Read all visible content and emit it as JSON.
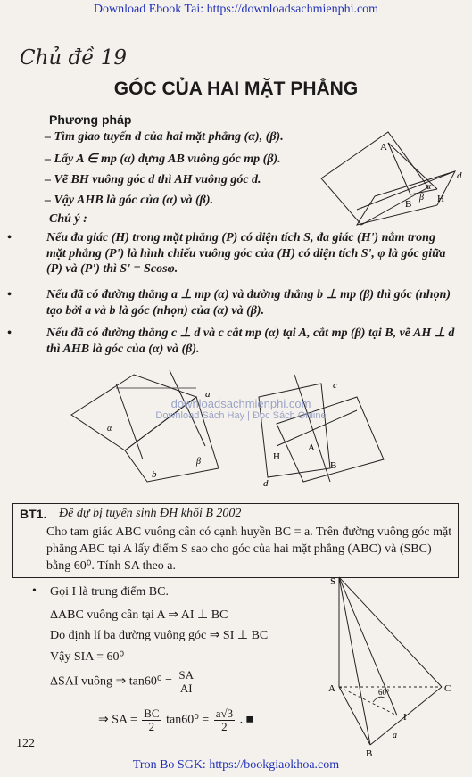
{
  "header": {
    "link_text": "Download Ebook Tai: https://downloadsachmienphi.com"
  },
  "footer": {
    "link_text": "Tron Bo SGK: https://bookgiaokhoa.com"
  },
  "topic": "Chủ đề 19",
  "title": "GÓC CỦA HAI MẶT PHẲNG",
  "method": {
    "heading": "Phương pháp",
    "steps": [
      "– Tìm giao tuyến d của hai mặt phẳng (α), (β).",
      "– Lấy A ∈ mp (α) dựng AB vuông góc mp (β).",
      "– Vẽ BH vuông góc d thì AH vuông góc d.",
      "– Vậy AHB là góc của (α) và (β)."
    ]
  },
  "notes": {
    "heading": "Chú ý :",
    "bullet": "•",
    "items": [
      "Nếu đa giác (H) trong mặt phẳng (P) có diện tích S, đa giác (H') nằm trong mặt phẳng (P') là hình chiếu vuông góc của (H) có diện tích S', φ là góc giữa (P) và (P') thì S' = Scosφ.",
      "Nếu đã có đường thẳng a ⊥ mp (α) và đường thẳng b ⊥ mp (β) thì góc (nhọn) tạo bởi a và b là góc (nhọn) của (α) và (β).",
      "Nếu đã có đường thẳng c ⊥ d và c cắt mp (α) tại A, cắt mp (β) tại B, vẽ AH ⊥ d thì AHB là góc của (α) và (β)."
    ]
  },
  "figure1_labels": {
    "A": "A",
    "B": "B",
    "H": "H",
    "d": "d",
    "alpha": "α",
    "beta": "β"
  },
  "figure2_labels": {
    "a": "a",
    "b": "b",
    "c": "c",
    "d": "d",
    "A": "A",
    "B": "B",
    "H": "H",
    "alpha": "α",
    "beta": "β"
  },
  "watermark": {
    "line1": "downloadsachmienphi.com",
    "line2": "Download Sách Hay | Đọc Sách Online"
  },
  "exercise": {
    "label": "BT1.",
    "source": "Đề dự bị tuyển sinh ĐH khối B 2002",
    "body": "Cho tam giác ABC vuông cân có cạnh huyền BC = a. Trên đường vuông góc mặt phẳng ABC tại A lấy điểm S sao cho góc của hai mặt phẳng (ABC) và (SBC) bằng 60⁰. Tính SA theo a."
  },
  "solution": {
    "bullet": "•",
    "line1": "Gọi I là trung điểm BC.",
    "line2": "ΔABC vuông cân tại A ⇒ AI ⊥ BC",
    "line3": "Do định lí ba đường vuông góc ⇒ SI ⊥ BC",
    "line4": "Vậy SIA = 60⁰",
    "line5_pre": "ΔSAI vuông ⇒ tan60⁰ =",
    "line5_num": "SA",
    "line5_den": "AI",
    "line6_pre": "⇒ SA =",
    "line6_num": "BC",
    "line6_den": "2",
    "line6_mid": "tan60⁰ =",
    "line6_num2": "a√3",
    "line6_den2": "2",
    "line6_end": ". ■"
  },
  "figure3_labels": {
    "S": "S",
    "A": "A",
    "B": "B",
    "C": "C",
    "I": "I",
    "a": "a",
    "angle": "60°"
  },
  "page_number": "122"
}
